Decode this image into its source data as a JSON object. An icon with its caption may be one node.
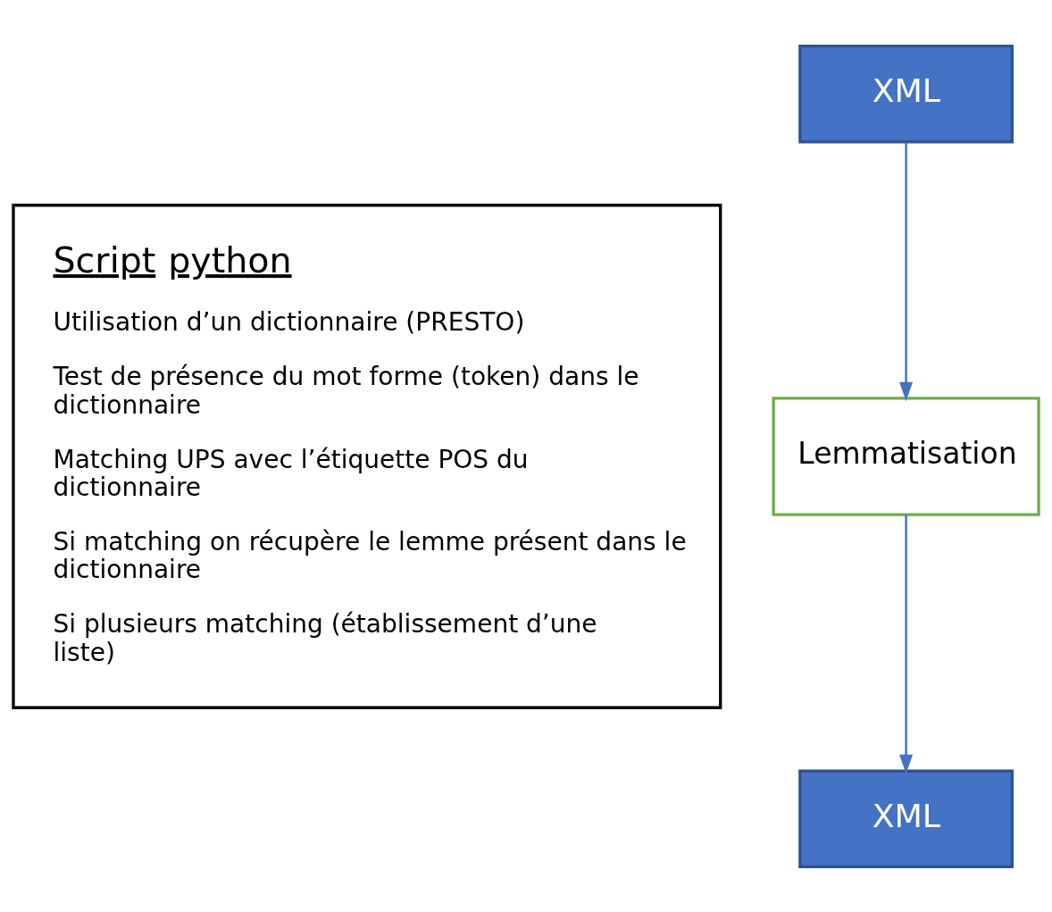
{
  "diagram": {
    "nodes": [
      {
        "text": [
          "XML"
        ]
      },
      {
        "text": [
          "Script python",
          "Utilisation d’un dictionnaire (PRESTO)",
          "Test de présence du mot forme (token) dans le dictionnaire",
          "Matching UPS avec l’étiquette POS du dictionnaire",
          "Si matching on récupère le lemme présent dans le dictionnaire",
          "Si plusieurs matching (établissement d’une liste)"
        ]
      },
      {
        "text": [
          "Lemmatisation"
        ]
      },
      {
        "text": [
          "XML"
        ]
      }
    ],
    "edges": [
      {
        "from": 0,
        "to": 2,
        "arrow": "to"
      },
      {
        "from": 2,
        "to": 3,
        "arrow": "to"
      }
    ]
  }
}
